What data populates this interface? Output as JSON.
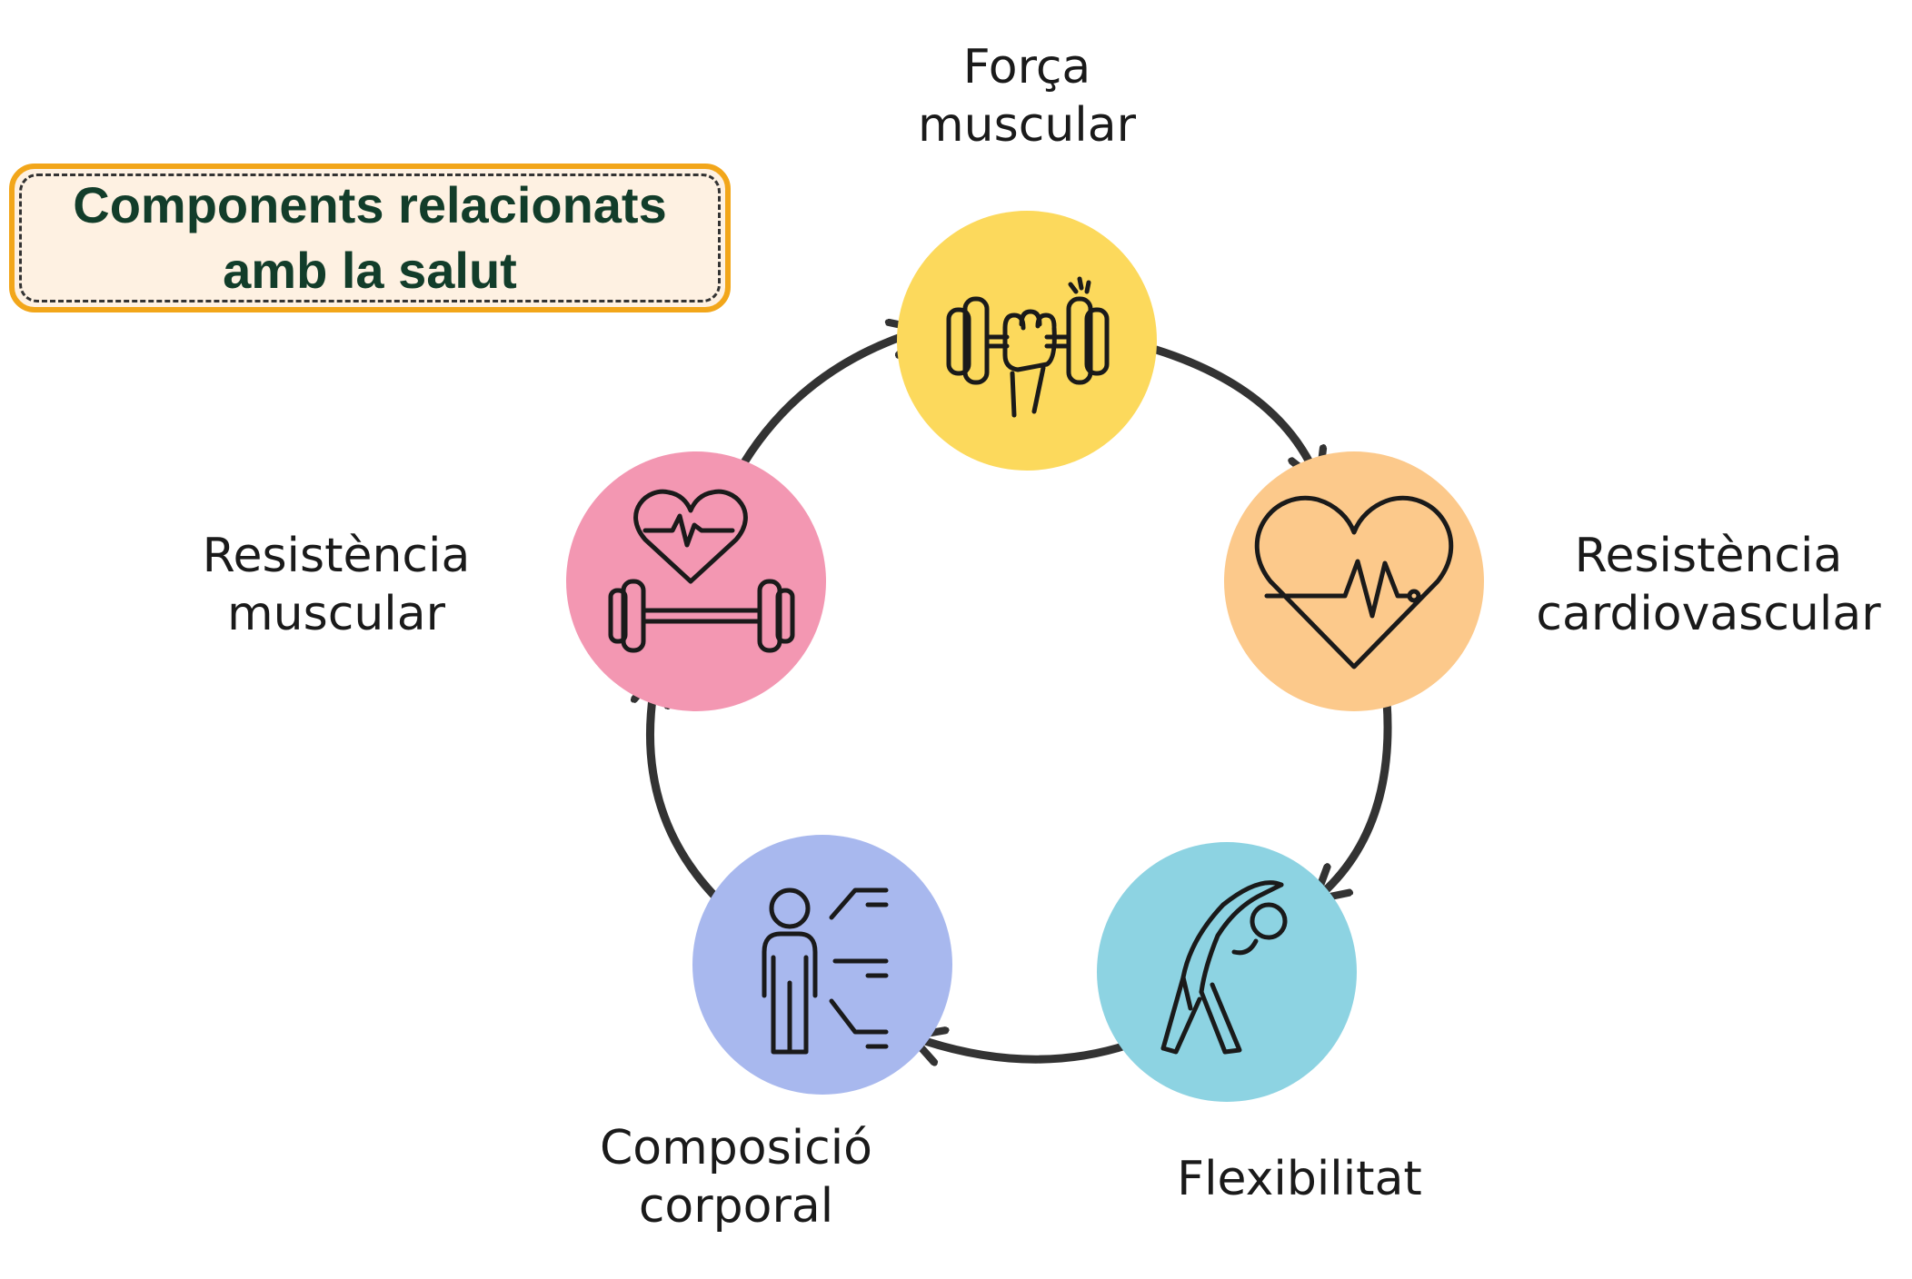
{
  "title": "Components relacionats\namb la salut",
  "colors": {
    "title_border": "#f2a61a",
    "title_fill": "#fef1e2",
    "title_text": "#123d2a",
    "arrow": "#333333"
  },
  "components": [
    {
      "label": "Força\nmuscular",
      "color": "#fcd95c",
      "icon": "dumbbell-hand-icon"
    },
    {
      "label": "Resistència\ncardiovascular",
      "color": "#fcc98b",
      "icon": "heart-pulse-icon"
    },
    {
      "label": "Flexibilitat",
      "color": "#8dd3e2",
      "icon": "stretching-person-icon"
    },
    {
      "label": "Composició\ncorporal",
      "color": "#a8b8ee",
      "icon": "body-composition-icon"
    },
    {
      "label": "Resistència\nmuscular",
      "color": "#f397b2",
      "icon": "heart-barbell-icon"
    }
  ]
}
